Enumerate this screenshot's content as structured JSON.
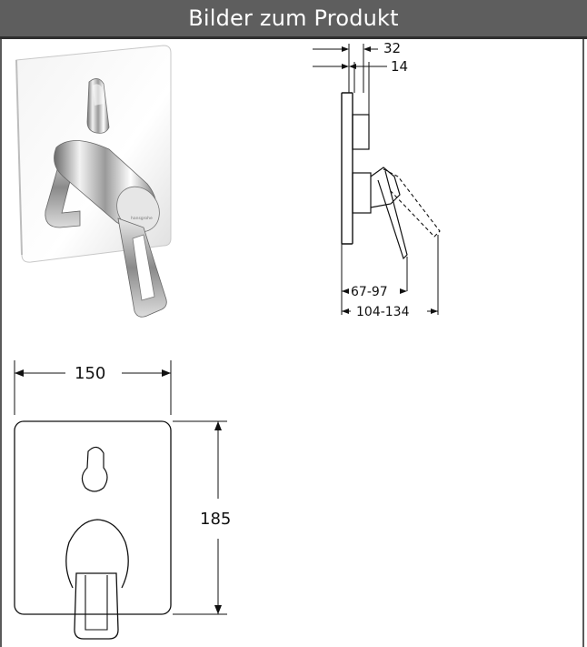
{
  "header": {
    "title": "Bilder zum Produkt"
  },
  "side_drawing": {
    "dim_top_outer": "32",
    "dim_top_inner": "14",
    "dim_bottom_inner": "67-97",
    "dim_bottom_outer": "104-134"
  },
  "front_drawing": {
    "width_label": "150",
    "height_label": "185"
  },
  "photo": {
    "brand_mark": "hansgrohe"
  }
}
